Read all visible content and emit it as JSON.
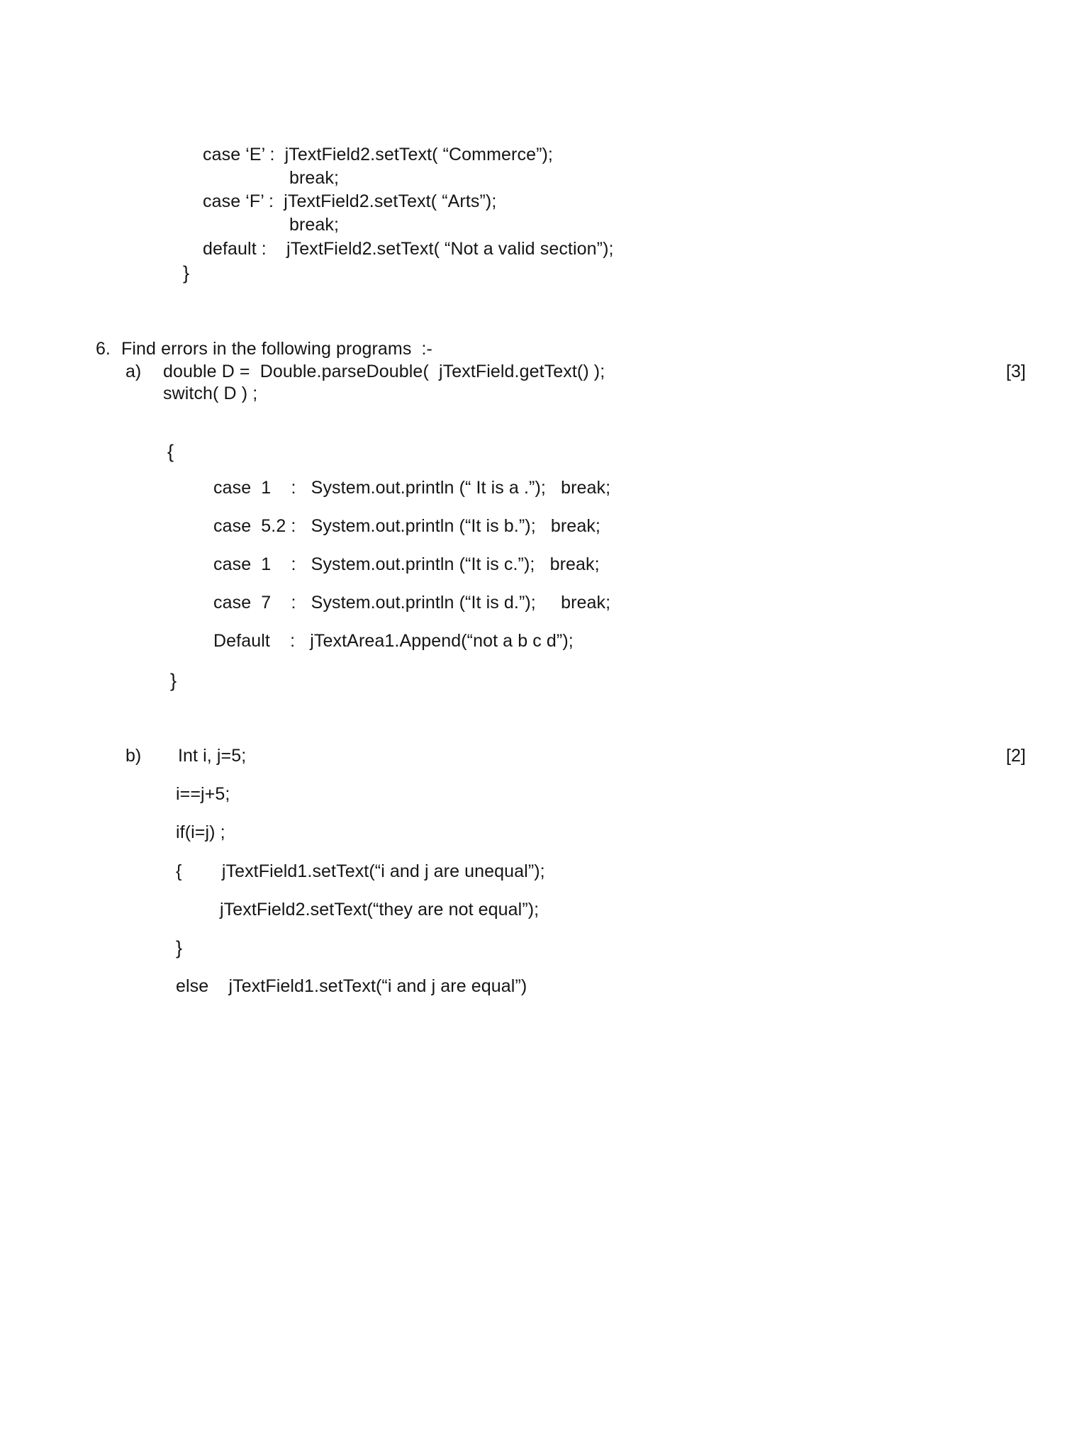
{
  "document": {
    "type": "exam-paper-scan",
    "background_color": "#ffffff",
    "text_color": "#151515"
  },
  "switch_block_continuation": {
    "lines": [
      "case ‘E’ :  jTextField2.setText( “Commerce”);",
      "break;",
      "case ‘F’ :  jTextField2.setText( “Arts”);",
      "break;",
      "default :    jTextField2.setText( “Not a valid section”);",
      "}"
    ]
  },
  "question6": {
    "number": "6.",
    "prompt": "Find errors in the following programs  :-",
    "parts": [
      {
        "label": "a)",
        "marks": "[3]",
        "code_lines": [
          "double D =  Double.parseDouble(  jTextField.getText() );",
          "switch( D ) ;",
          "{",
          "case  1    :   System.out.println (“ It is a .”);   break;",
          "case  5.2 :   System.out.println (“It is b.”);   break;",
          "case  1    :   System.out.println (“It is c.”);   break;",
          "case  7    :   System.out.println (“It is d.”);     break;",
          "Default    :   jTextArea1.Append(“not a b c d”);",
          "}"
        ]
      },
      {
        "label": "b)",
        "marks": "[2]",
        "code_lines": [
          "Int i, j=5;",
          "i==j+5;",
          "if(i=j) ;",
          "{        jTextField1.setText(“i and j are unequal”);",
          "jTextField2.setText(“they are not equal”);",
          "}",
          "else    jTextField1.setText(“i and j are equal”)"
        ]
      }
    ]
  }
}
